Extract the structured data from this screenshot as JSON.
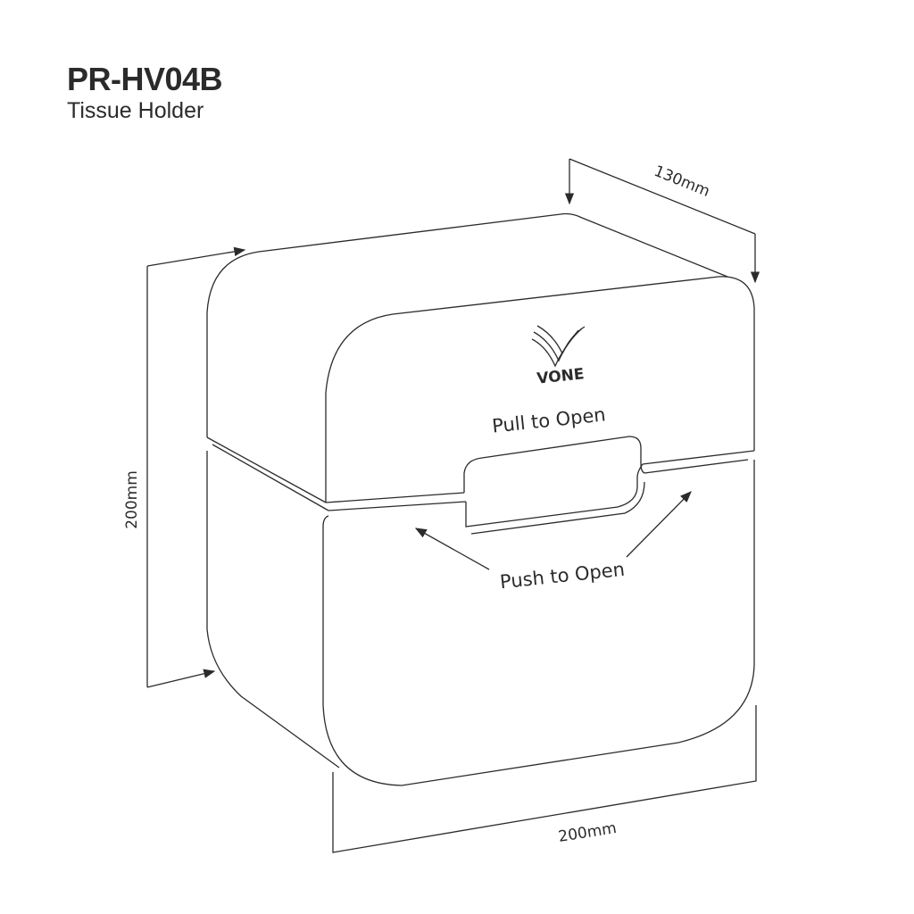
{
  "header": {
    "model": "PR-HV04B",
    "product": "Tissue Holder"
  },
  "brand": {
    "logo_text": "VONE"
  },
  "labels": {
    "pull": "Pull to Open",
    "push": "Push to Open"
  },
  "dimensions": {
    "depth": "130mm",
    "height": "200mm",
    "width": "200mm"
  }
}
